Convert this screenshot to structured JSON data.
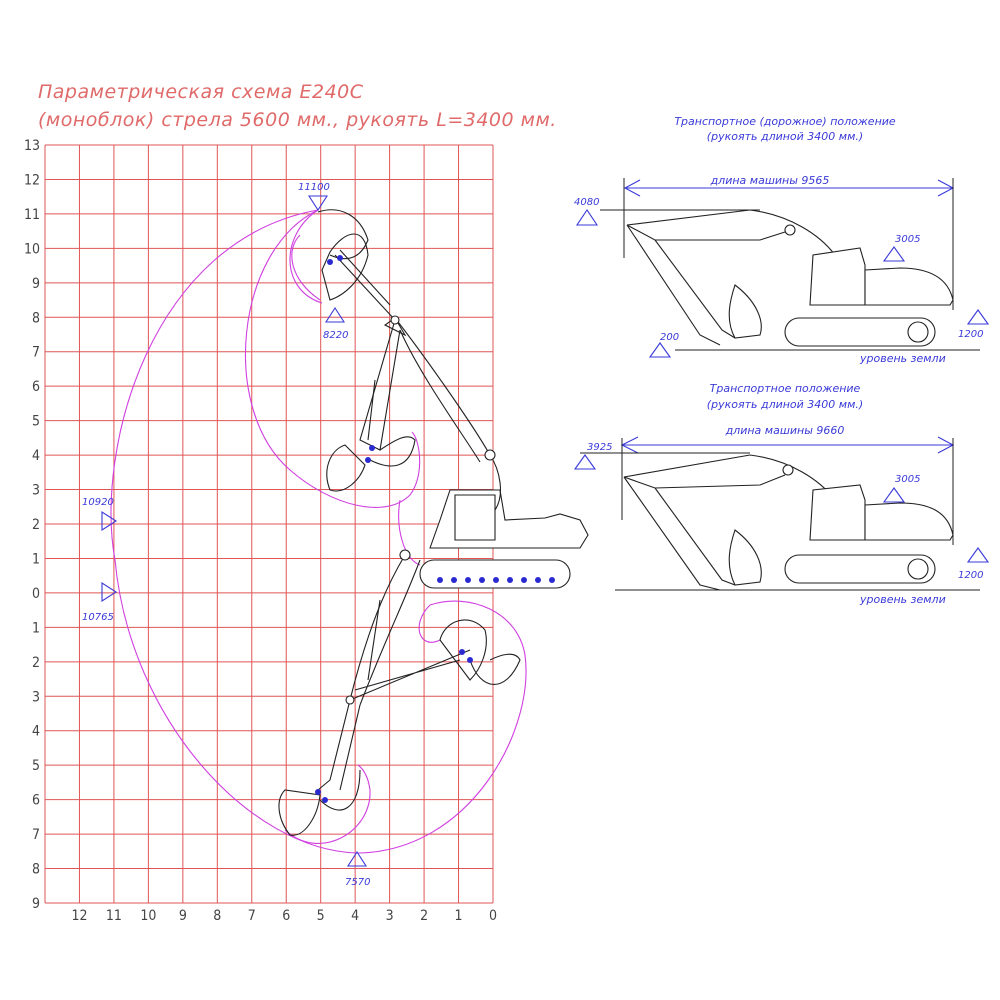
{
  "title": {
    "line1": "Параметрическая схема E240C",
    "line2": "(моноблок) стрела 5600 мм., рукоять L=3400 мм."
  },
  "grid": {
    "y_labels": [
      "13",
      "12",
      "11",
      "10",
      "9",
      "8",
      "7",
      "6",
      "5",
      "4",
      "3",
      "2",
      "1",
      "0",
      "1",
      "2",
      "3",
      "4",
      "5",
      "6",
      "7",
      "8",
      "9"
    ],
    "x_labels": [
      "12",
      "11",
      "10",
      "9",
      "8",
      "7",
      "6",
      "5",
      "4",
      "3",
      "2",
      "1",
      "0"
    ]
  },
  "markers": {
    "max_height": "11100",
    "dump_height": "8220",
    "max_reach": "10920",
    "ground_reach": "10765",
    "max_depth": "7570"
  },
  "view1": {
    "title_line1": "Транспортное (дорожное) положение",
    "title_line2": "(рукоять длиной 3400 мм.)",
    "length_label": "длина машины 9565",
    "height": "4080",
    "cab_height": "3005",
    "bucket_height": "200",
    "counterweight": "1200",
    "ground": "уровень земли"
  },
  "view2": {
    "title_line1": "Транспортное положение",
    "title_line2": "(рукоять длиной 3400 мм.)",
    "length_label": "длина машины 9660",
    "height": "3925",
    "cab_height": "3005",
    "counterweight": "1200",
    "ground": "уровень земли"
  },
  "colors": {
    "grid": "#e05555",
    "envelope": "#d040e0",
    "dimension": "#3a3ad8",
    "title": "#e06a6a"
  }
}
